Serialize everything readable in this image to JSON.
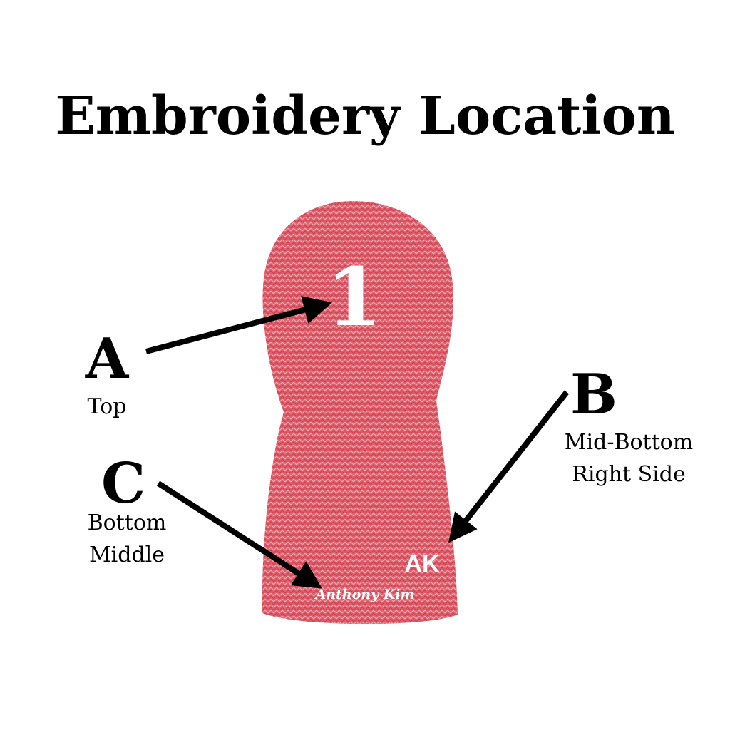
{
  "title": "Embroidery Location",
  "colors": {
    "fabric": "#e05f6c",
    "fabric_dark": "#c9404f",
    "ink": "#000000",
    "embroidery": "#ffffff"
  },
  "labels": {
    "a": {
      "letter": "A",
      "line1": "Top"
    },
    "b": {
      "letter": "B",
      "line1": "Mid-Bottom",
      "line2": "Right Side"
    },
    "c": {
      "letter": "C",
      "line1": "Bottom",
      "line2": "Middle"
    }
  },
  "embroidery": {
    "top": "1",
    "right_side": "AK",
    "bottom": "Anthony Kim"
  }
}
